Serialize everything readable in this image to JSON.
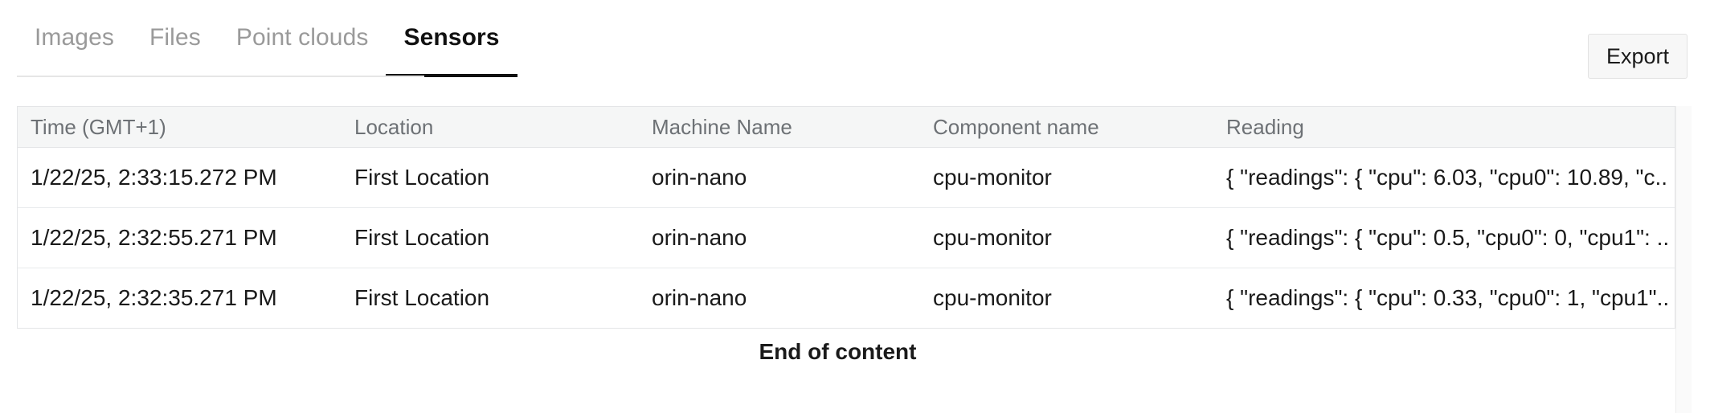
{
  "tabs": [
    {
      "label": "Images",
      "active": false
    },
    {
      "label": "Files",
      "active": false
    },
    {
      "label": "Point clouds",
      "active": false
    },
    {
      "label": "Sensors",
      "active": true
    }
  ],
  "toolbar": {
    "export_label": "Export"
  },
  "table": {
    "columns": [
      "Time (GMT+1)",
      "Location",
      "Machine Name",
      "Component name",
      "Reading"
    ],
    "rows": [
      {
        "time": "1/22/25, 2:33:15.272 PM",
        "location": "First Location",
        "machine": "orin-nano",
        "component": "cpu-monitor",
        "reading": "{ \"readings\": { \"cpu\": 6.03, \"cpu0\": 10.89, \"c.."
      },
      {
        "time": "1/22/25, 2:32:55.271 PM",
        "location": "First Location",
        "machine": "orin-nano",
        "component": "cpu-monitor",
        "reading": "{ \"readings\": { \"cpu\": 0.5, \"cpu0\": 0, \"cpu1\": .."
      },
      {
        "time": "1/22/25, 2:32:35.271 PM",
        "location": "First Location",
        "machine": "orin-nano",
        "component": "cpu-monitor",
        "reading": "{ \"readings\": { \"cpu\": 0.33, \"cpu0\": 1, \"cpu1\".."
      }
    ]
  },
  "footer": {
    "end_of_content": "End of content"
  },
  "colors": {
    "accent": "#111111",
    "muted_text": "#9a9a9a",
    "header_text": "#6d7175",
    "header_bg": "#f5f6f6",
    "border": "#e4e5e7",
    "button_bg": "#f7f7f7"
  }
}
